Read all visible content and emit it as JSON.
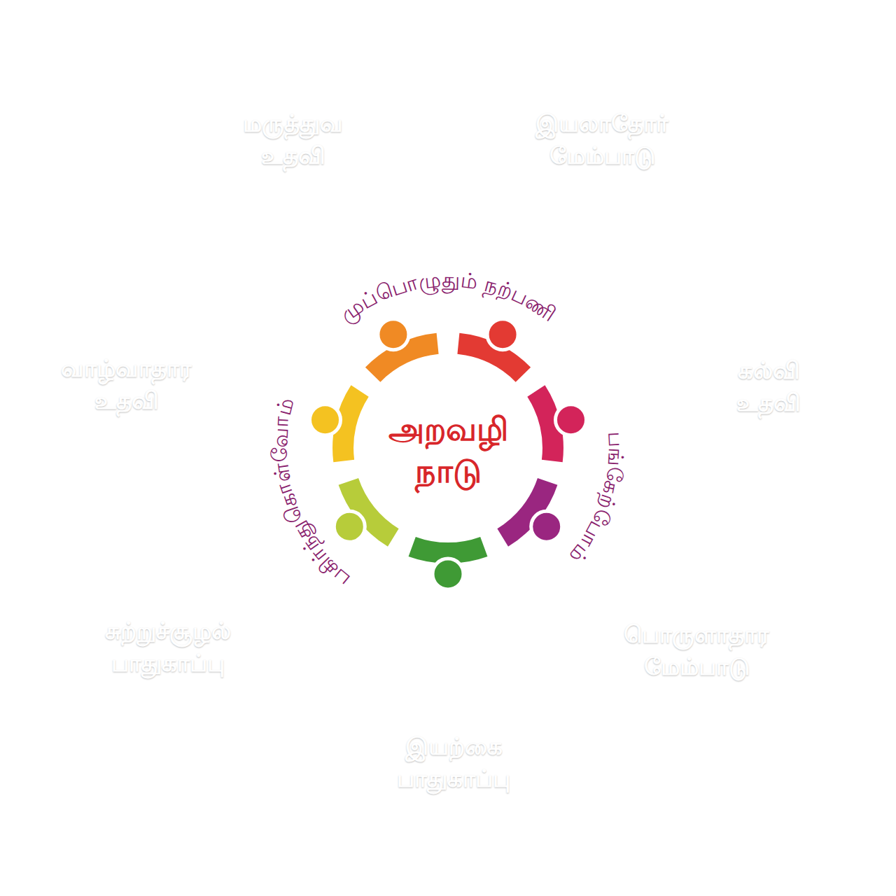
{
  "diagram": {
    "nodes": [
      {
        "text": [
          "அறவழி நாடு",
          "முப்பொழுதும் நற்பணி",
          "பங்கேற்போம்",
          "பகிர்ந்துகொள்வோம்"
        ]
      },
      {
        "text": [
          "மருத்துவ உதவி"
        ]
      },
      {
        "text": [
          "இயலாதோர் மேம்பாடு"
        ]
      },
      {
        "text": [
          "கல்வி உதவி"
        ]
      },
      {
        "text": [
          "பொருளாதார மேம்பாடு"
        ]
      },
      {
        "text": [
          "இயற்கை பாதுகாப்பு"
        ]
      },
      {
        "text": [
          "சுற்றுச்சூழல் பாதுகாப்பு"
        ]
      },
      {
        "text": [
          "வாழ்வாதார உதவி"
        ]
      }
    ]
  }
}
